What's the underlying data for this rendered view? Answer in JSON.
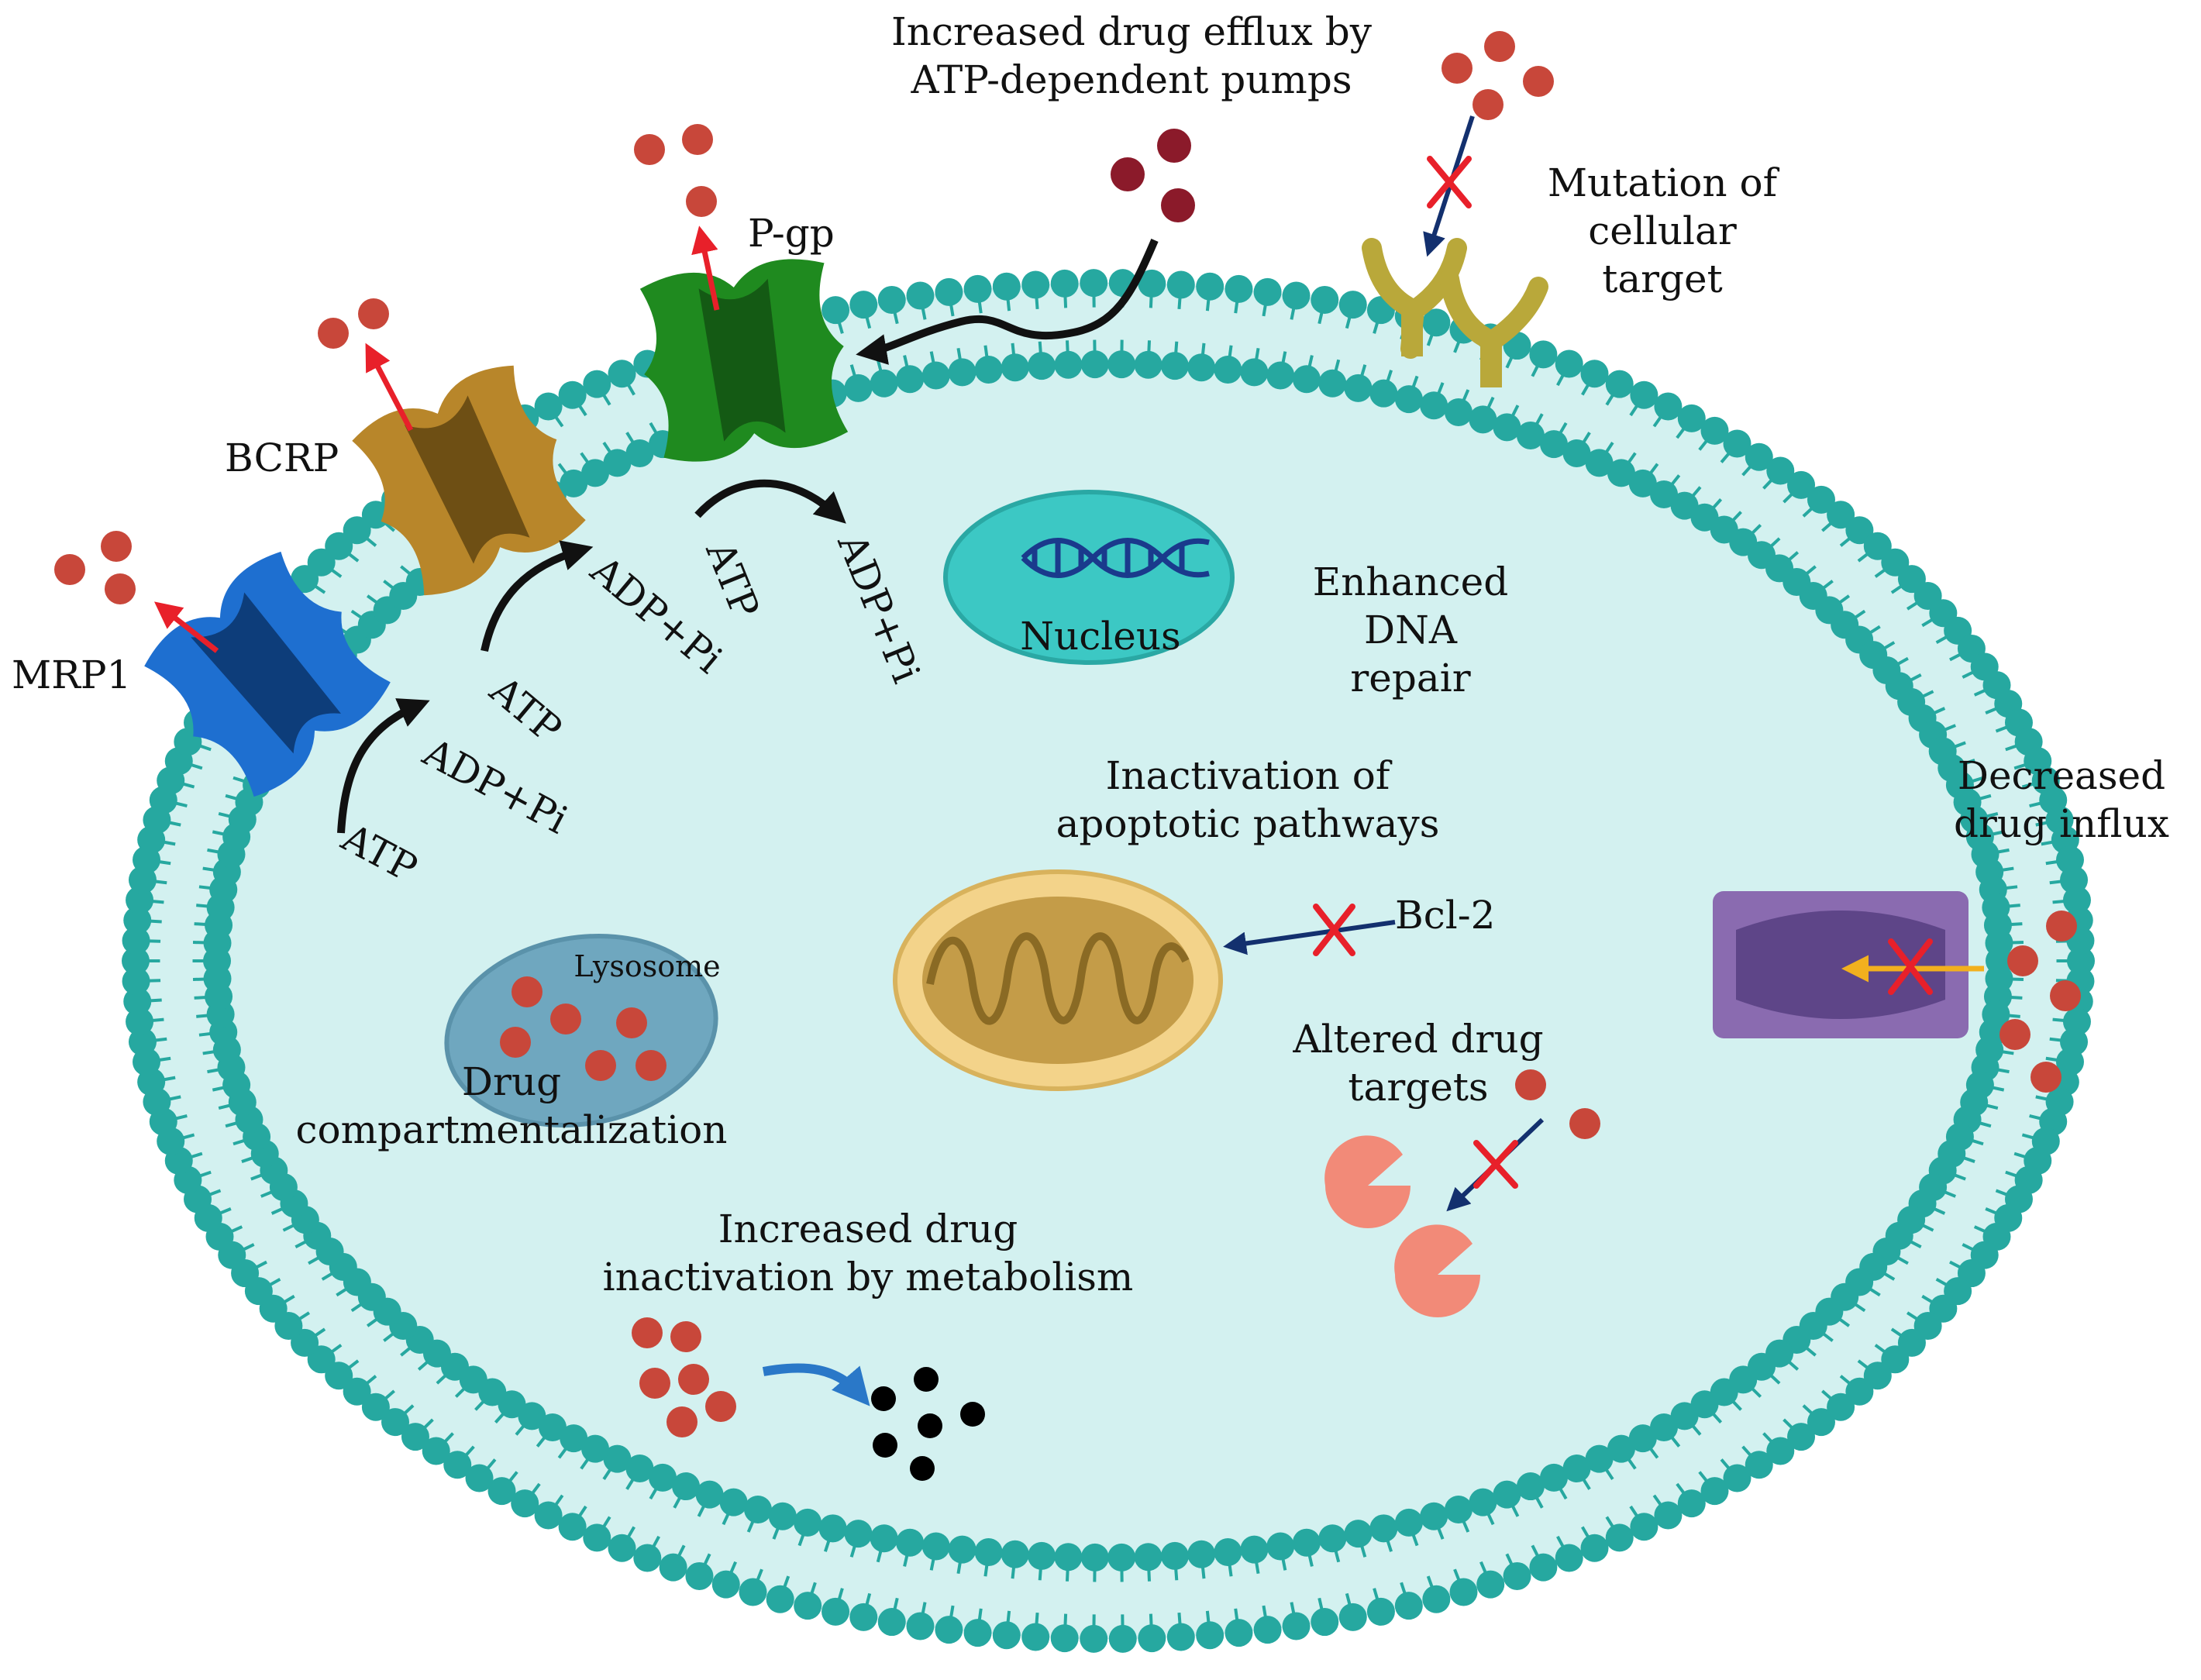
{
  "labels": {
    "efflux": [
      "Increased drug efflux by",
      "ATP-dependent pumps"
    ],
    "mutation": [
      "Mutation of",
      "cellular",
      "target"
    ],
    "pgp": "P-gp",
    "bcrp": "BCRP",
    "mrp1": "MRP1",
    "nucleus": "Nucleus",
    "dna_repair": [
      "Enhanced",
      "DNA",
      "repair"
    ],
    "apoptosis": [
      "Inactivation of",
      "apoptotic pathways"
    ],
    "bcl2": "Bcl-2",
    "influx": [
      "Decreased",
      "drug influx"
    ],
    "lysosome": "Lysosome",
    "compartment": [
      "Drug",
      "compartmentalization"
    ],
    "altered": [
      "Altered drug",
      "targets"
    ],
    "metabolism": [
      "Increased drug",
      "inactivation by metabolism"
    ],
    "atp": "ATP",
    "adp": "ADP+Pi"
  },
  "colors": {
    "membrane": "#26a8a0",
    "cytoplasm": "#d3f1f0",
    "drug": "#c8473a",
    "drug_dark": "#8b1a2a",
    "pgp": "#1f8a1f",
    "bcrp": "#b8862a",
    "mrp1": "#1e6fd0",
    "influx_channel": "#8a6bb0",
    "receptor": "#b9a83a",
    "nucleus": "#3cc8c4",
    "mitochondrion": "#f3d38a",
    "lysosome": "#6fa7bf",
    "target": "#f28a78",
    "block": "#e8202a",
    "inhibit_arrow": "#13306e",
    "metab_arrow": "#2a78c8",
    "influx_arrow": "#f2b01e"
  }
}
